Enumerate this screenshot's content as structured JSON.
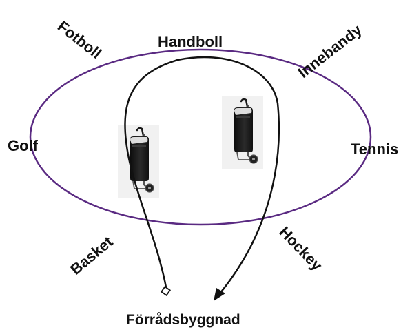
{
  "labels": {
    "fotboll": "Fotboll",
    "handboll": "Handboll",
    "innebandy": "Innebandy",
    "golf": "Golf",
    "tennis": "Tennis",
    "basket": "Basket",
    "hockey": "Hockey",
    "storage": "Förrådsbyggnad"
  },
  "colors": {
    "ring": "#5a2a82",
    "path": "#111111",
    "text": "#111111"
  },
  "icons": {
    "trolley_left": "shopping-trolley-icon",
    "trolley_right": "shopping-trolley-icon",
    "start_marker": "square-marker-icon",
    "end_marker": "arrowhead-icon"
  }
}
